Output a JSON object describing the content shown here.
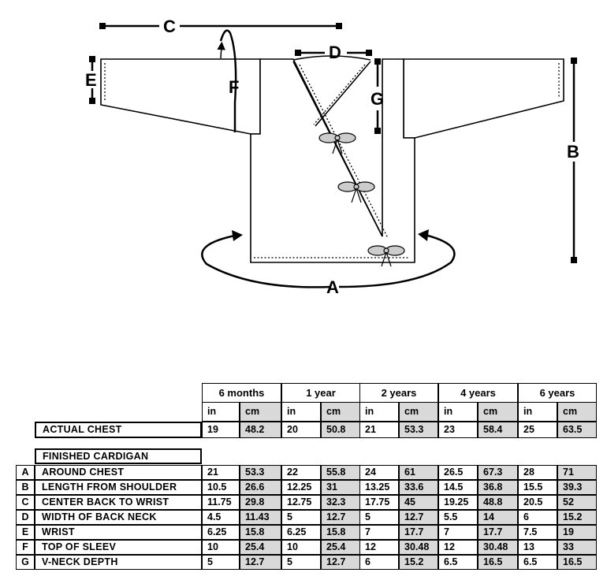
{
  "diagram": {
    "labels": {
      "a": "A",
      "b": "B",
      "c": "C",
      "d": "D",
      "e": "E",
      "f": "F",
      "g": "G"
    }
  },
  "table": {
    "sizes": [
      "6 months",
      "1 year",
      "2 years",
      "4 years",
      "6 years"
    ],
    "unit_in": "in",
    "unit_cm": "cm",
    "actual_chest": {
      "label": "ACTUAL CHEST",
      "values": [
        [
          "19",
          "48.2"
        ],
        [
          "20",
          "50.8"
        ],
        [
          "21",
          "53.3"
        ],
        [
          "23",
          "58.4"
        ],
        [
          "25",
          "63.5"
        ]
      ]
    },
    "section_title": "FINISHED CARDIGAN",
    "rows": [
      {
        "letter": "A",
        "label": "AROUND CHEST",
        "values": [
          [
            "21",
            "53.3"
          ],
          [
            "22",
            "55.8"
          ],
          [
            "24",
            "61"
          ],
          [
            "26.5",
            "67.3"
          ],
          [
            "28",
            "71"
          ]
        ]
      },
      {
        "letter": "B",
        "label": "LENGTH FROM SHOULDER",
        "values": [
          [
            "10.5",
            "26.6"
          ],
          [
            "12.25",
            "31"
          ],
          [
            "13.25",
            "33.6"
          ],
          [
            "14.5",
            "36.8"
          ],
          [
            "15.5",
            "39.3"
          ]
        ]
      },
      {
        "letter": "C",
        "label": "CENTER BACK TO WRIST",
        "values": [
          [
            "11.75",
            "29.8"
          ],
          [
            "12.75",
            "32.3"
          ],
          [
            "17.75",
            "45"
          ],
          [
            "19.25",
            "48.8"
          ],
          [
            "20.5",
            "52"
          ]
        ]
      },
      {
        "letter": "D",
        "label": "WIDTH OF BACK NECK",
        "values": [
          [
            "4.5",
            "11.43"
          ],
          [
            "5",
            "12.7"
          ],
          [
            "5",
            "12.7"
          ],
          [
            "5.5",
            "14"
          ],
          [
            "6",
            "15.2"
          ]
        ]
      },
      {
        "letter": "E",
        "label": "WRIST",
        "values": [
          [
            "6.25",
            "15.8"
          ],
          [
            "6.25",
            "15.8"
          ],
          [
            "7",
            "17.7"
          ],
          [
            "7",
            "17.7"
          ],
          [
            "7.5",
            "19"
          ]
        ]
      },
      {
        "letter": "F",
        "label": "TOP OF SLEEV",
        "values": [
          [
            "10",
            "25.4"
          ],
          [
            "10",
            "25.4"
          ],
          [
            "12",
            "30.48"
          ],
          [
            "12",
            "30.48"
          ],
          [
            "13",
            "33"
          ]
        ]
      },
      {
        "letter": "G",
        "label": "V-NECK DEPTH",
        "values": [
          [
            "5",
            "12.7"
          ],
          [
            "5",
            "12.7"
          ],
          [
            "6",
            "15.2"
          ],
          [
            "6.5",
            "16.5"
          ],
          [
            "6.5",
            "16.5"
          ]
        ]
      }
    ]
  }
}
